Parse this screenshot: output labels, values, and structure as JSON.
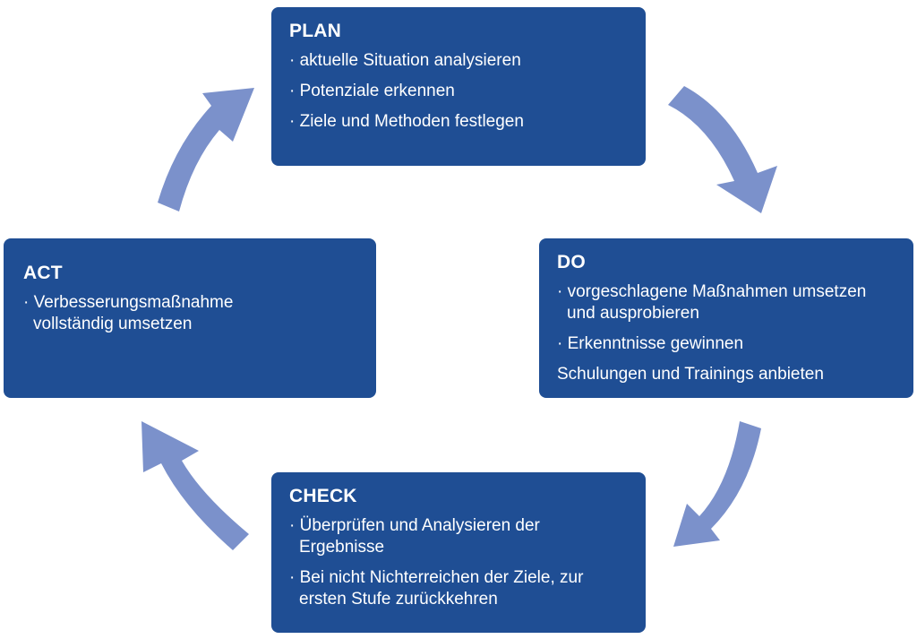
{
  "colors": {
    "box_fill": "#1f4e94",
    "box_text": "#ffffff",
    "arrow": "#7b91cb",
    "background": "#ffffff"
  },
  "boxes": {
    "plan": {
      "title": "PLAN",
      "items": [
        {
          "lines": [
            "· aktuelle Situation analysieren"
          ]
        },
        {
          "lines": [
            "· Potenziale erkennen"
          ]
        },
        {
          "lines": [
            "· Ziele und Methoden festlegen"
          ]
        }
      ]
    },
    "do": {
      "title": "DO",
      "items": [
        {
          "lines": [
            "· vorgeschlagene Maßnahmen umsetzen",
            "und ausprobieren"
          ]
        },
        {
          "lines": [
            "· Erkenntnisse gewinnen"
          ]
        },
        {
          "lines": [
            "Schulungen und Trainings anbieten"
          ]
        }
      ]
    },
    "check": {
      "title": "CHECK",
      "items": [
        {
          "lines": [
            "· Überprüfen und Analysieren der",
            "Ergebnisse"
          ]
        },
        {
          "lines": [
            "· Bei nicht Nichterreichen der Ziele, zur",
            "ersten Stufe zurückkehren"
          ]
        }
      ]
    },
    "act": {
      "title": "ACT",
      "items": [
        {
          "lines": [
            "· Verbesserungsmaßnahme",
            "vollständig umsetzen"
          ]
        }
      ]
    }
  }
}
